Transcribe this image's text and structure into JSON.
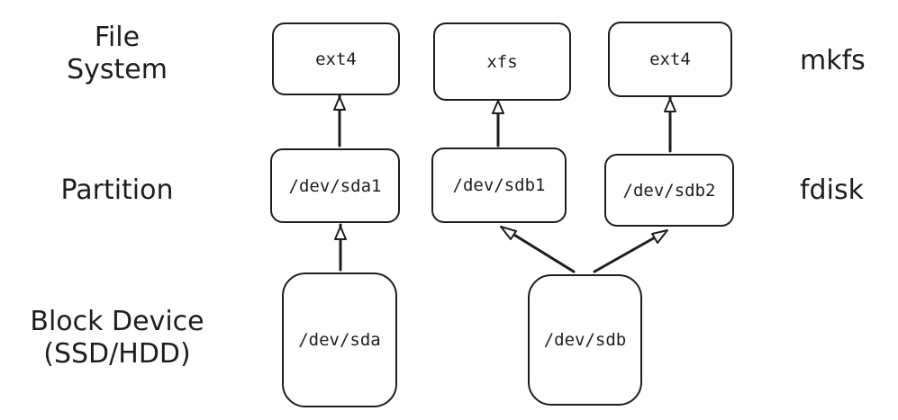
{
  "layers": {
    "filesystem": {
      "line1": "File",
      "line2": "System"
    },
    "partition": {
      "label": "Partition"
    },
    "block_device": {
      "line1": "Block Device",
      "line2": "(SSD/HDD)"
    }
  },
  "commands": {
    "mkfs": "mkfs",
    "fdisk": "fdisk"
  },
  "nodes": {
    "fs1": "ext4",
    "fs2": "xfs",
    "fs3": "ext4",
    "part1": "/dev/sda1",
    "part2": "/dev/sdb1",
    "part3": "/dev/sdb2",
    "dev1": "/dev/sda",
    "dev2": "/dev/sdb"
  },
  "edges": [
    {
      "from": "part1",
      "to": "fs1"
    },
    {
      "from": "part2",
      "to": "fs2"
    },
    {
      "from": "part3",
      "to": "fs3"
    },
    {
      "from": "dev1",
      "to": "part1"
    },
    {
      "from": "dev2",
      "to": "part2"
    },
    {
      "from": "dev2",
      "to": "part3"
    }
  ],
  "colors": {
    "stroke": "#1e1e1e",
    "background": "#ffffff"
  }
}
